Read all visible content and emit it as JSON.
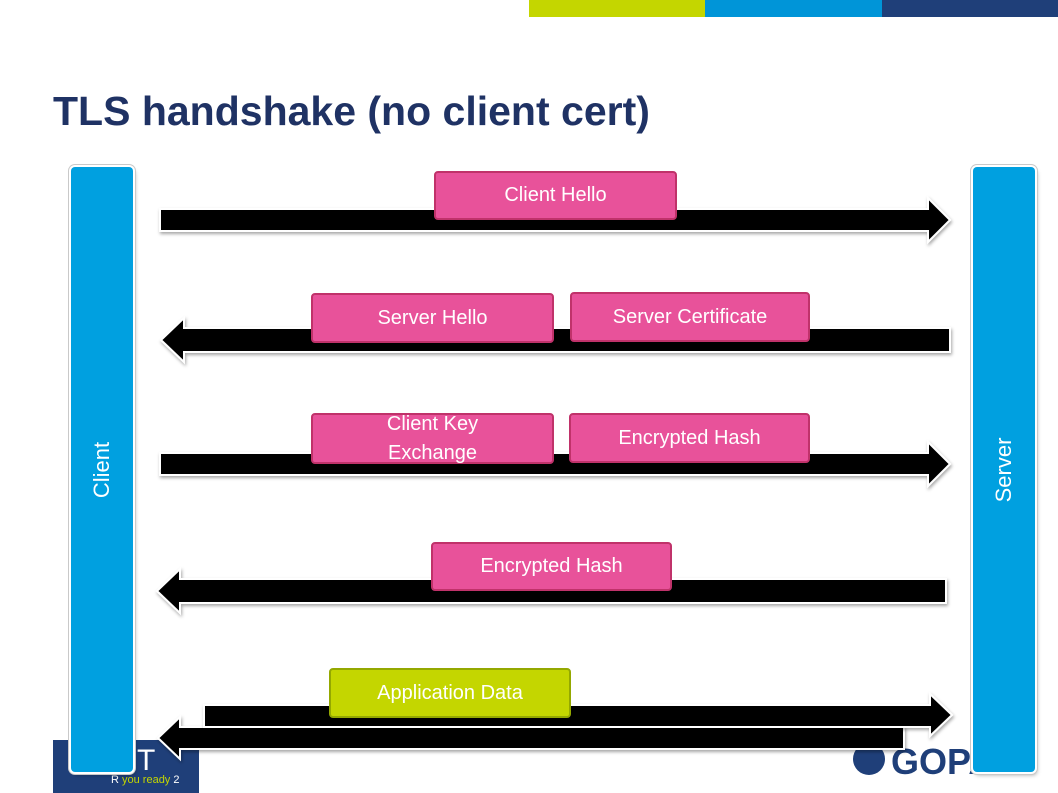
{
  "title": "TLS handshake (no client cert)",
  "parties": {
    "client": "Client",
    "server": "Server"
  },
  "messages": [
    {
      "label": "Client Hello",
      "direction": "to-server"
    },
    {
      "label": "Server Hello",
      "direction": "to-client"
    },
    {
      "label": "Server Certificate",
      "direction": "to-client"
    },
    {
      "label": "Client Key Exchange",
      "direction": "to-server"
    },
    {
      "label": "Encrypted Hash",
      "direction": "to-server"
    },
    {
      "label": "Encrypted Hash",
      "direction": "to-client"
    },
    {
      "label": "Application Data",
      "direction": "both"
    }
  ],
  "logos": {
    "left": {
      "letters": "MT",
      "tagline_prefix": "R ",
      "tagline_highlight": "you ready",
      "tagline_suffix": " 2"
    },
    "right": {
      "text": "GOPA"
    }
  },
  "colors": {
    "title": "#1f3264",
    "party": "#00a0e0",
    "message": "#e8529a",
    "application": "#c4d600",
    "top_bar": [
      "#c4d600",
      "#0095d8",
      "#1f3f79"
    ]
  }
}
